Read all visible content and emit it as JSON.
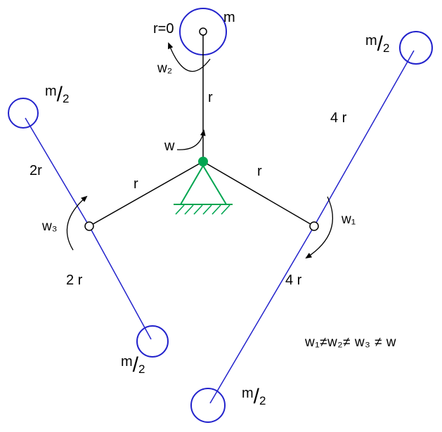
{
  "colors": {
    "blue": "#2323cc",
    "green": "#00a550",
    "black": "#000000"
  },
  "labels": {
    "r_zero": "r=0",
    "mass_top": "m",
    "omega2": "w₂",
    "rod_top": "r",
    "omega_center": "w",
    "rod_left": "r",
    "rod_right": "r",
    "mass_upper_left": "m/2",
    "arm_upper_left": "2r",
    "omega3": "w₃",
    "arm_lower_left": "2 r",
    "mass_lower_left": "m/2",
    "mass_upper_right": "m/2",
    "arm_upper_right": "4 r",
    "omega1": "w₁",
    "arm_lower_right": "4 r",
    "mass_bottom": "m/2",
    "constraint": "w₁≠w₂≠ w₃ ≠ w"
  }
}
